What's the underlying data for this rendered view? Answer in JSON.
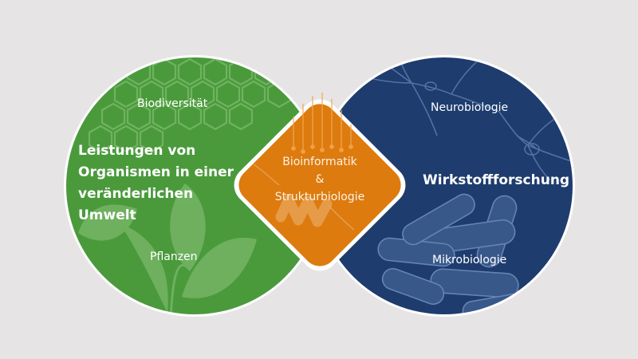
{
  "colors": {
    "background": "#e6e4e5",
    "green": "#4a9a3c",
    "blue": "#1e3c6e",
    "orange": "#dd7b0f",
    "border": "#ffffff"
  },
  "left_circle": {
    "title_lines": [
      "Leistungen von",
      "Organismen in einer",
      "veränderlichen",
      "Umwelt"
    ],
    "topics": [
      "Biodiversität",
      "Pflanzen"
    ],
    "icons": [
      "hexagon-pattern-icon",
      "leaves-icon"
    ]
  },
  "right_circle": {
    "title": "Wirkstoffforschung",
    "topics": [
      "Neurobiologie",
      "Mikrobiologie"
    ],
    "icons": [
      "neuron-icon",
      "bacteria-icon"
    ]
  },
  "center": {
    "lines": [
      "Bioinformatik",
      "&",
      "Strukturbiologie"
    ],
    "icons": [
      "circuit-icon",
      "protein-helix-icon"
    ]
  }
}
